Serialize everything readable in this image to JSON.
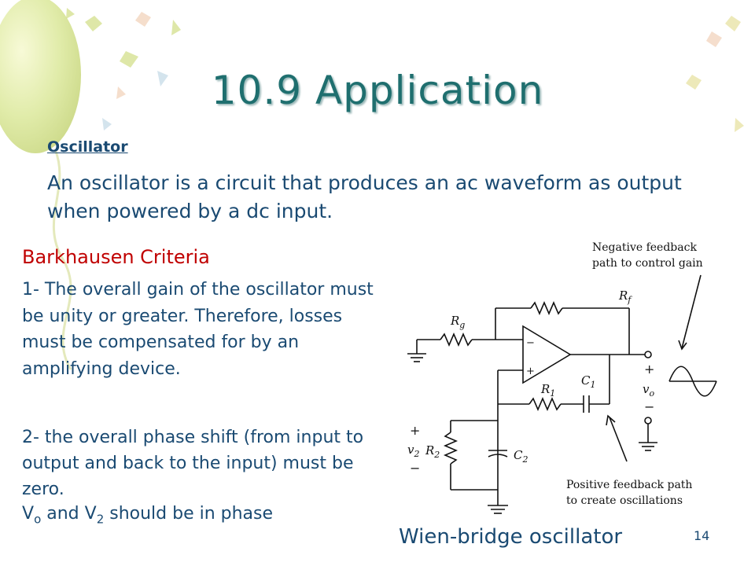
{
  "slide": {
    "title": "10.9 Application",
    "subtitle": "Oscillator",
    "intro": "An oscillator is a circuit that produces an ac waveform as output when powered by a dc input.",
    "criteria_title": "Barkhausen Criteria",
    "criterion1": "1- The overall gain of the oscillator must be unity or greater. Therefore, losses must be compensated for by an amplifying device.",
    "criterion2": "2- the overall phase shift (from input to output and back to the input) must be zero.",
    "vo_prefix": "V",
    "vo_sub": "o",
    "vo_and": " and V",
    "v2_sub": "2",
    "vo_suffix": " should be in phase",
    "caption": "Wien-bridge oscillator",
    "page_number": "14"
  },
  "diagram": {
    "neg_annotation_line1": "Negative feedback",
    "neg_annotation_line2": "path to control gain",
    "pos_annotation_line1": "Positive feedback path",
    "pos_annotation_line2": "to create oscillations",
    "labels": {
      "rf": "R",
      "rf_sub": "f",
      "rg": "R",
      "rg_sub": "g",
      "r1": "R",
      "r1_sub": "1",
      "c1": "C",
      "c1_sub": "1",
      "r2": "R",
      "r2_sub": "2",
      "c2": "C",
      "c2_sub": "2",
      "v2": "v",
      "v2_sub": "2",
      "vo": "v",
      "vo_sub": "o",
      "minus": "−",
      "plus": "+"
    }
  }
}
